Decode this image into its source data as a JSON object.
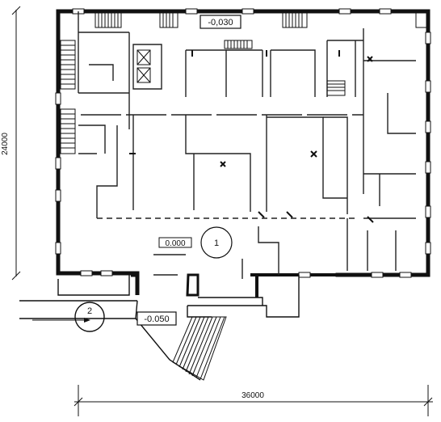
{
  "dimensions": {
    "width_label": "36000",
    "height_label": "24000"
  },
  "levels": {
    "top": "-0,030",
    "hall": "0.000",
    "entrance": "-0.050"
  },
  "markers": {
    "hall": "1",
    "entrance": "2"
  }
}
